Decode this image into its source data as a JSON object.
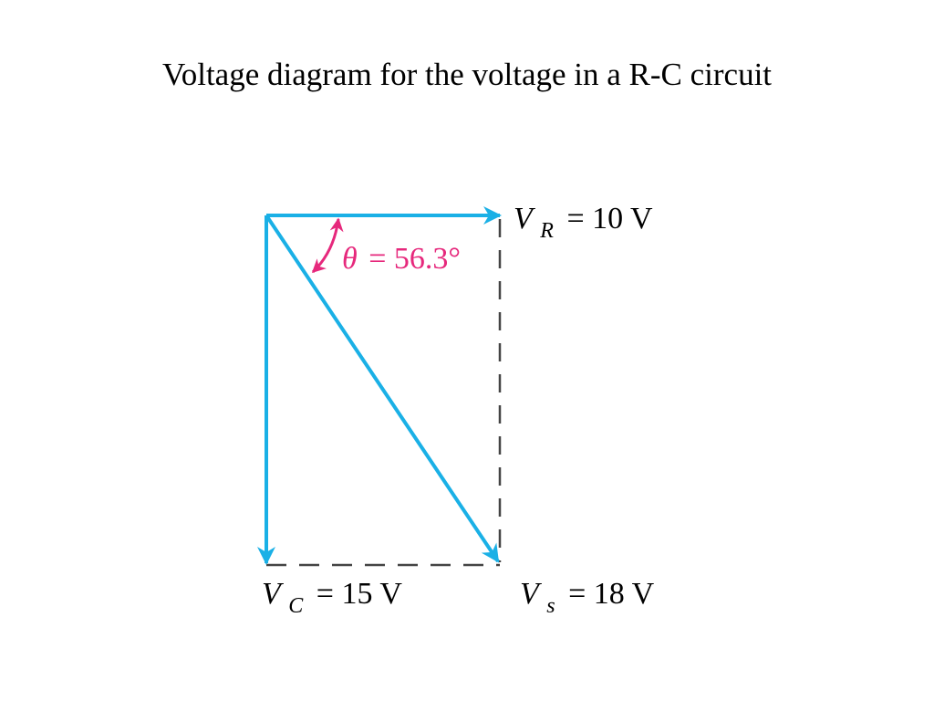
{
  "title": "Voltage diagram for the voltage in a R-C circuit",
  "colors": {
    "phasor": "#1ab0e6",
    "angle": "#e6287c",
    "dashed": "#444444",
    "text": "#000000"
  },
  "phasors": {
    "vr": {
      "symbol": "V",
      "subscript": "R",
      "equals": "= 10 V",
      "value": 10,
      "unit": "V"
    },
    "vc": {
      "symbol": "V",
      "subscript": "C",
      "equals": "= 15 V",
      "value": 15,
      "unit": "V"
    },
    "vs": {
      "symbol": "V",
      "subscript": "s",
      "equals": "= 18 V",
      "value": 18,
      "unit": "V"
    }
  },
  "angle": {
    "symbol": "θ",
    "equals": "= 56.3°",
    "value_deg": 56.3
  }
}
